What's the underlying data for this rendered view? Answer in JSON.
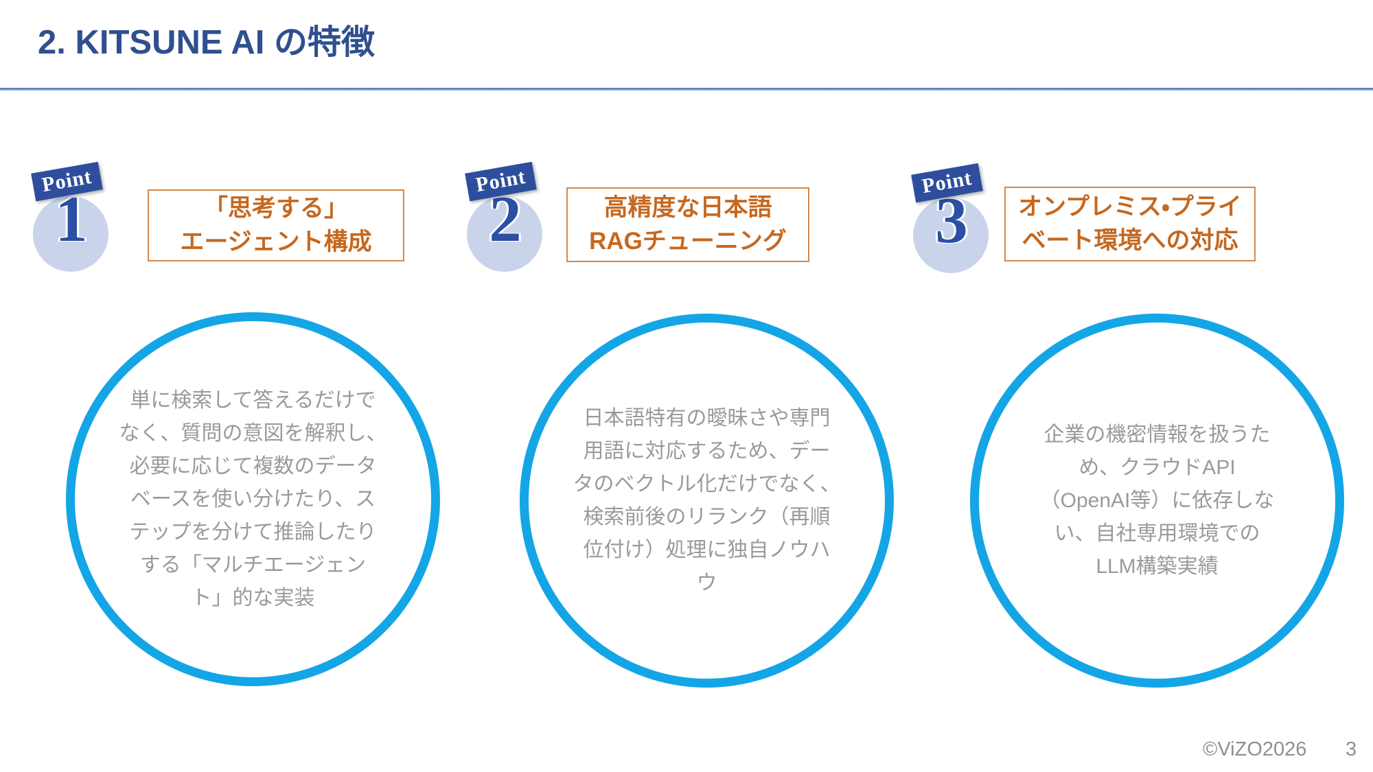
{
  "slide": {
    "title": "2. KITSUNE AI の特徴",
    "footer": {
      "copyright": "©ViZO2026",
      "page_number": "3"
    },
    "colors": {
      "title_blue": "#2F4F8F",
      "divider_blue": "#4A6BAD",
      "accent_orange_text": "#C5681F",
      "accent_orange_border": "#D2874C",
      "badge_ribbon_blue": "#2E4E9D",
      "badge_number_blue": "#2B4FA3",
      "badge_circle_bg": "#C9D4EA",
      "circle_stroke_cyan": "#14A5E6",
      "body_text_gray": "#9A9A9A"
    },
    "points": [
      {
        "badge_label": "Point",
        "badge_number": "1",
        "box_title": "「思考する」\nエージェント構成",
        "description": "単に検索して答えるだけで\nなく、質問の意図を解釈し、\n必要に応じて複数のデータ\nベースを使い分けたり、ス\nテップを分けて推論したり\nする「マルチエージェン\nト」的な実装"
      },
      {
        "badge_label": "Point",
        "badge_number": "2",
        "box_title": "高精度な日本語\nRAGチューニング",
        "description": "日本語特有の曖昧さや専門\n用語に対応するため、デー\nタのベクトル化だけでなく、\n検索前後のリランク（再順\n位付け）処理に独自ノウハ\nウ"
      },
      {
        "badge_label": "Point",
        "badge_number": "3",
        "box_title": "オンプレミス・プライ\nベート環境への対応",
        "description": "企業の機密情報を扱うた\nめ、クラウドAPI\n（OpenAI等）に依存しな\nい、自社専用環境での\nLLM構築実績"
      }
    ]
  }
}
